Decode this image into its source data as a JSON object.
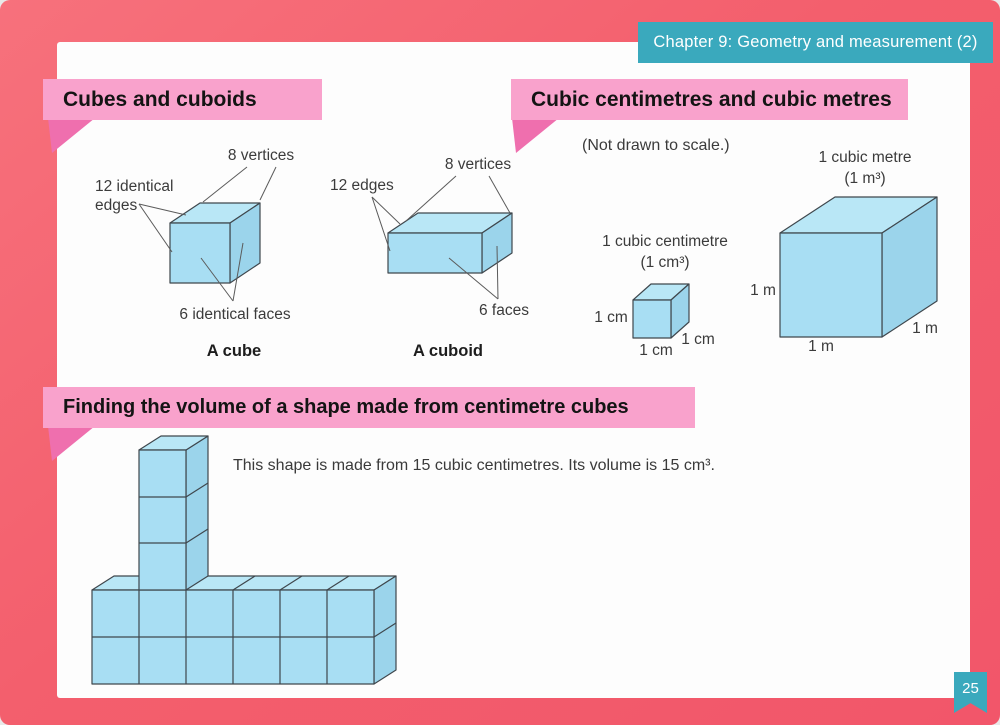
{
  "header": {
    "chapter_banner": "Chapter 9: Geometry and measurement (2)"
  },
  "footer": {
    "page_number": "25"
  },
  "palette": {
    "frame_red": "#f35f6d",
    "banner_pink": "#f9a2cc",
    "tail_pink": "#ef6fae",
    "teal": "#3aa9bd",
    "shape_blue_top": "#b9e7f6",
    "shape_blue_front": "#a8def3",
    "shape_blue_side": "#9bd4eb",
    "outline": "#3f474d"
  },
  "sections": {
    "cubes": {
      "heading": "Cubes and cuboids",
      "cube": {
        "vertices_label": "8 vertices",
        "edges_label": "12 identical\nedges",
        "faces_label": "6 identical faces",
        "caption": "A cube"
      },
      "cuboid": {
        "vertices_label": "8 vertices",
        "edges_label": "12 edges",
        "faces_label": "6 faces",
        "caption": "A cuboid"
      }
    },
    "units": {
      "heading": "Cubic centimetres and cubic metres",
      "note": "(Not drawn to scale.)",
      "cm_cube": {
        "title": "1 cubic centimetre",
        "subtitle": "(1 cm³)",
        "left": "1 cm",
        "bottom": "1 cm",
        "right": "1 cm"
      },
      "m_cube": {
        "title": "1 cubic metre",
        "subtitle": "(1 m³)",
        "left": "1 m",
        "bottom": "1 m",
        "right": "1 m"
      }
    },
    "volume": {
      "heading": "Finding the volume of a shape made from centimetre cubes",
      "body": "This shape is made from 15 cubic centimetres. Its volume is 15 cm³."
    }
  }
}
